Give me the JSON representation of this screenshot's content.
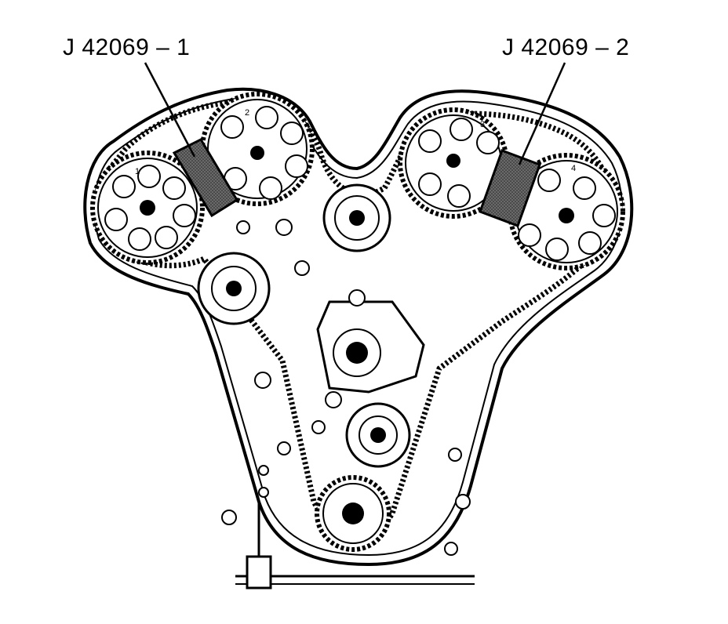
{
  "callouts": [
    {
      "id": "tool-1",
      "text": "J 42069 – 1"
    },
    {
      "id": "tool-2",
      "text": "J 42069 – 2"
    }
  ],
  "sprocket_numbers": [
    "1",
    "2",
    "3",
    "4"
  ],
  "colors": {
    "line": "#000000",
    "background": "#ffffff",
    "tool_fill": "#555555"
  }
}
